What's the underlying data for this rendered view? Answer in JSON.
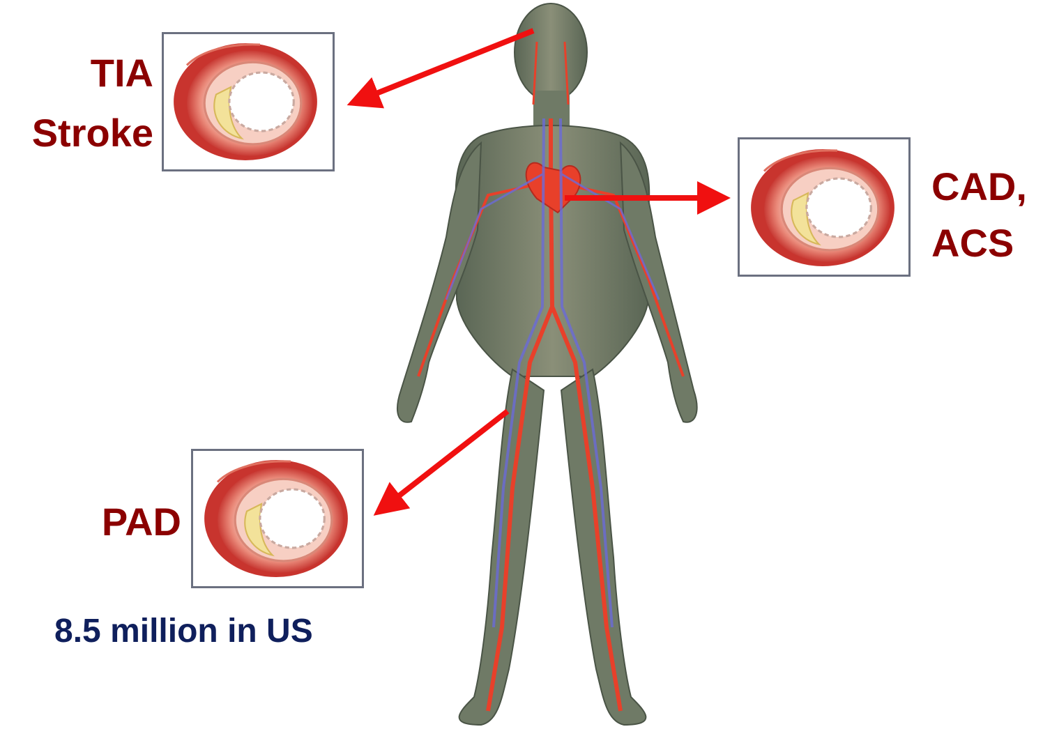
{
  "labels": {
    "tia": "TIA",
    "stroke": "Stroke",
    "cad": "CAD,",
    "acs": "ACS",
    "pad": "PAD",
    "statistic": "8.5 million in US"
  },
  "colors": {
    "label_text": "#8b0000",
    "statistic_text": "#0f1f5c",
    "arrow": "#f01010",
    "box_border": "#6b7080",
    "body_skin": "#6f7a66",
    "artery": "#e8402a",
    "vein": "#6a6ad8"
  },
  "icons": {
    "figure": "human-circulatory-system-figure",
    "vessel": "artery-cross-section-with-plaque",
    "arrow": "red-arrow"
  }
}
